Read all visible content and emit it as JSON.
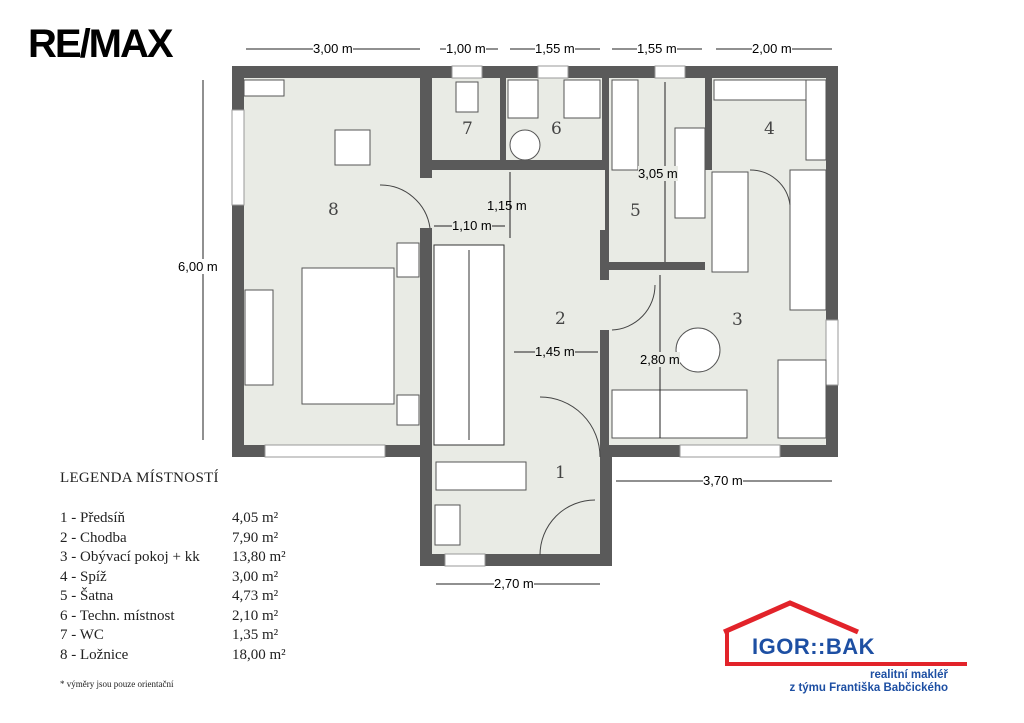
{
  "logo": {
    "remax": "RE/MAX"
  },
  "dimensions": {
    "top": [
      "3,00 m",
      "1,00 m",
      "1,55 m",
      "1,55 m",
      "2,00 m"
    ],
    "left": "6,00 m",
    "bottom_entry": "2,70 m",
    "bottom_right": "3,70 m",
    "hall_a": "1,15 m",
    "hall_b": "1,10 m",
    "hall_c": "1,45 m",
    "room5_h": "3,05 m",
    "room3_h": "2,80 m"
  },
  "room_numbers": [
    "1",
    "2",
    "3",
    "4",
    "5",
    "6",
    "7",
    "8"
  ],
  "legend": {
    "title": "LEGENDA MÍSTNOSTÍ",
    "rows": [
      {
        "name": "1 - Předsíň",
        "area": "4,05 m²"
      },
      {
        "name": "2 - Chodba",
        "area": "7,90  m²"
      },
      {
        "name": "3 - Obývací pokoj + kk",
        "area": "13,80 m²"
      },
      {
        "name": "4 - Spíž",
        "area": "3,00 m²"
      },
      {
        "name": "5 - Šatna",
        "area": "4,73 m²"
      },
      {
        "name": "6 - Techn. místnost",
        "area": "2,10 m²"
      },
      {
        "name": "7 - WC",
        "area": "1,35 m²"
      },
      {
        "name": "8 - Ložnice",
        "area": "18,00 m²"
      }
    ],
    "note": "* výměry jsou pouze orientační"
  },
  "agent": {
    "name": "IGOR::BAK",
    "line1": "realitní makléř",
    "line2": "z týmu Františka Babčického"
  },
  "colors": {
    "wall": "#5a5a5a",
    "floor": "#e9ebe5",
    "accent_red": "#e2232a",
    "accent_blue": "#1d4fa3"
  }
}
